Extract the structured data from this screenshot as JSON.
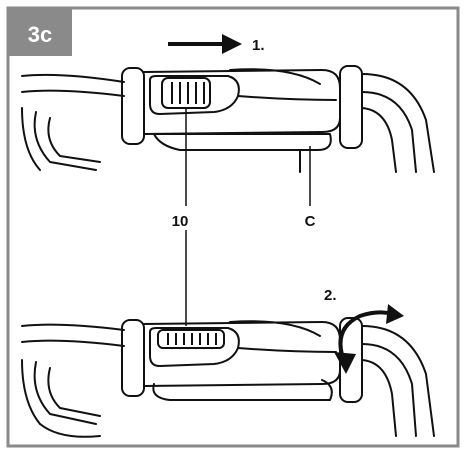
{
  "figure": {
    "label": "3c",
    "label_bg_color": "#8a8a8a",
    "border_color": "#8a8a8a"
  },
  "steps": {
    "step1": "1.",
    "step2": "2."
  },
  "callouts": {
    "part_number": "10",
    "part_letter": "C"
  },
  "icons": {
    "step1_arrow": "right-arrow-icon",
    "step2_arrow": "rotate-arrow-icon",
    "grip_button": "grip-button-icon"
  }
}
